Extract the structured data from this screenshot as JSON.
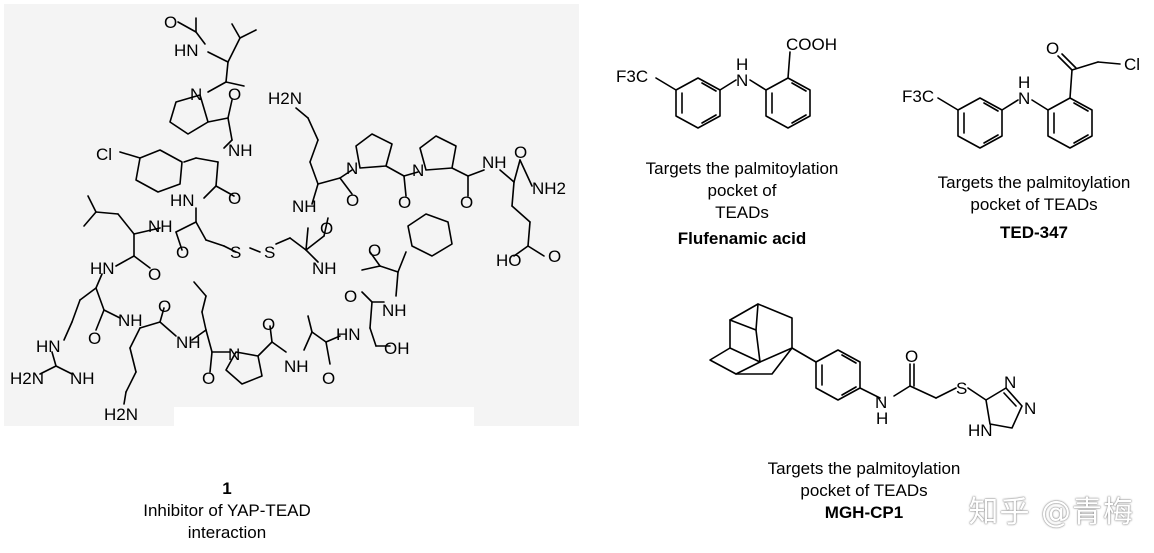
{
  "compound1": {
    "id": "1",
    "description_line1": "Inhibitor of YAP-TEAD",
    "description_line2": "interaction"
  },
  "flufenamic": {
    "line1": "Targets the palmitoylation",
    "line2": "pocket of",
    "line3": "TEADs",
    "name": "Flufenamic acid",
    "cf3": "F3C",
    "nh": "N",
    "nh_h": "H",
    "acid": "COOH"
  },
  "ted347": {
    "line1": "Targets the palmitoylation",
    "line2": "pocket of TEADs",
    "name": "TED-347",
    "cf3": "F3C",
    "nh": "N",
    "nh_h": "H",
    "oxygen": "O",
    "chloro": "Cl"
  },
  "mghcp1": {
    "line1": "Targets the palmitoylation",
    "line2": "pocket of TEADs",
    "name": "MGH-CP1",
    "nh": "N",
    "nh_h": "H",
    "oxygen": "O",
    "sulfur": "S",
    "triazole_n1": "N",
    "triazole_n2": "N",
    "triazole_hn": "HN"
  },
  "peptide_labels": {
    "o_acetyl": "O",
    "hn_acetyl": "HN",
    "h2n_top": "H2N",
    "cl": "Cl",
    "nh_pro": "NH",
    "hn_cys": "HN",
    "nh_leu": "NH",
    "hn_leu": "HN",
    "s1": "S",
    "s2": "S",
    "hn_arg": "HN",
    "h2n_arg": "H2N",
    "nh_arg": "NH",
    "nh_lys": "NH",
    "h2n_bottom": "H2N",
    "n_nle": "N",
    "nh_ala": "NH",
    "nh_phe": "NH",
    "hn_ser": "HN",
    "oh_ser": "OH",
    "nh_cys2": "NH",
    "nh_gln": "NH",
    "nh2_gln": "NH2",
    "ho_glu": "HO",
    "o_generic": "O",
    "n_pro": "N"
  },
  "watermark": "知乎 @青梅"
}
